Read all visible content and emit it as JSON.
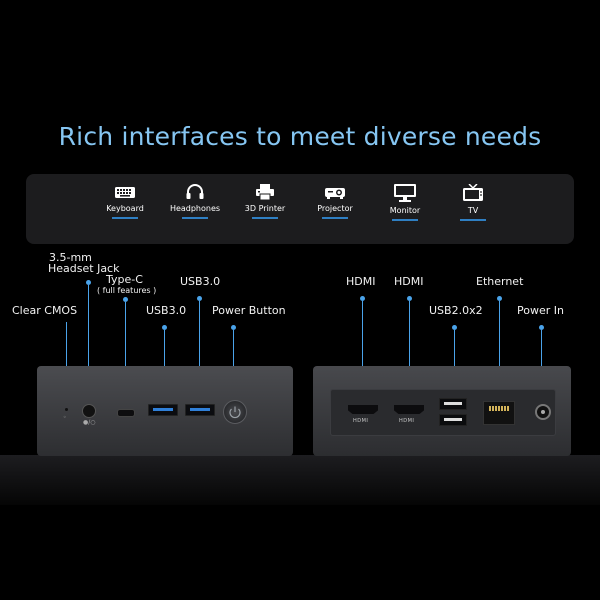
{
  "headline": "Rich interfaces to meet diverse needs",
  "devices": [
    {
      "label": "Keyboard",
      "icon": "keyboard-icon"
    },
    {
      "label": "Headphones",
      "icon": "headphones-icon"
    },
    {
      "label": "3D Printer",
      "icon": "printer-icon"
    },
    {
      "label": "Projector",
      "icon": "projector-icon"
    },
    {
      "label": "Monitor",
      "icon": "monitor-icon"
    },
    {
      "label": "TV",
      "icon": "tv-icon"
    }
  ],
  "front_ports": {
    "clear_cmos": "Clear CMOS",
    "headset_jack": "3.5-mm\nHeadset Jack",
    "headset_jack_line1": "3.5-mm",
    "headset_jack_line2": "Headset Jack",
    "type_c": "Type-C",
    "type_c_note": "( full features )",
    "usb3_a": "USB3.0",
    "usb3_b": "USB3.0",
    "power_button": "Power Button"
  },
  "rear_ports": {
    "hdmi_1": "HDMI",
    "hdmi_2": "HDMI",
    "usb2": "USB2.0x2",
    "ethernet": "Ethernet",
    "power_in": "Power In",
    "hdmi_logo": "HDMI"
  },
  "colors": {
    "accent": "#4aa3ea",
    "headline": "#86c6f2"
  }
}
